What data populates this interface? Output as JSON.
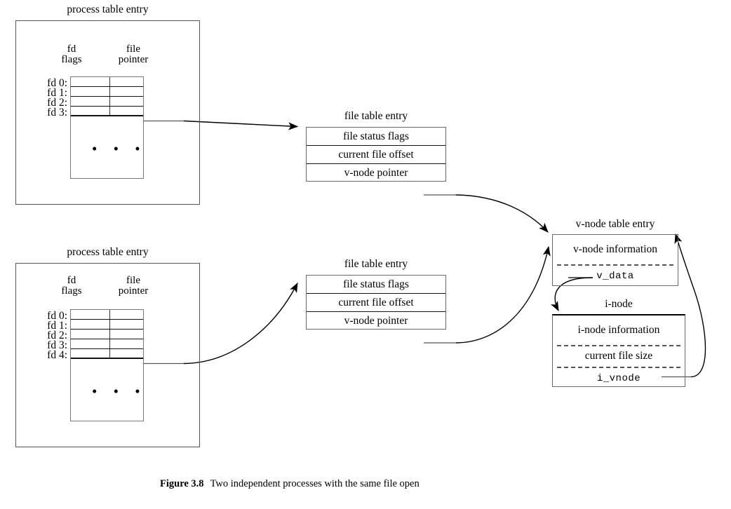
{
  "figure": {
    "number_label": "Figure 3.8",
    "caption_text": "Two independent processes with the same file open"
  },
  "column_headers": {
    "fd_flags_line1": "fd",
    "fd_flags_line2": "flags",
    "file_pointer_line1": "file",
    "file_pointer_line2": "pointer"
  },
  "processes": [
    {
      "title": "process table entry",
      "fd_labels": [
        "fd 0:",
        "fd 1:",
        "fd 2:",
        "fd 3:"
      ],
      "ellipsis": "• • •",
      "linked_fd": "fd 3:"
    },
    {
      "title": "process table entry",
      "fd_labels": [
        "fd 0:",
        "fd 1:",
        "fd 2:",
        "fd 3:",
        "fd 4:"
      ],
      "ellipsis": "• • •",
      "linked_fd": "fd 4:"
    }
  ],
  "file_table_entries": [
    {
      "title": "file table entry",
      "rows": [
        "file status flags",
        "current file offset",
        "v-node pointer"
      ]
    },
    {
      "title": "file table entry",
      "rows": [
        "file status flags",
        "current file offset",
        "v-node pointer"
      ]
    }
  ],
  "vnode": {
    "title": "v-node table entry",
    "rows": [
      "v-node information",
      "v_data"
    ],
    "pointer_field": "v_data"
  },
  "inode": {
    "title": "i-node",
    "rows": [
      "i-node information",
      "current file size",
      "i_vnode"
    ],
    "pointer_field": "i_vnode"
  },
  "colors": {
    "ink": "#000000",
    "frame": "#6a6a6a",
    "rule": "#111111",
    "dash": "#555555",
    "background": "#ffffff"
  }
}
